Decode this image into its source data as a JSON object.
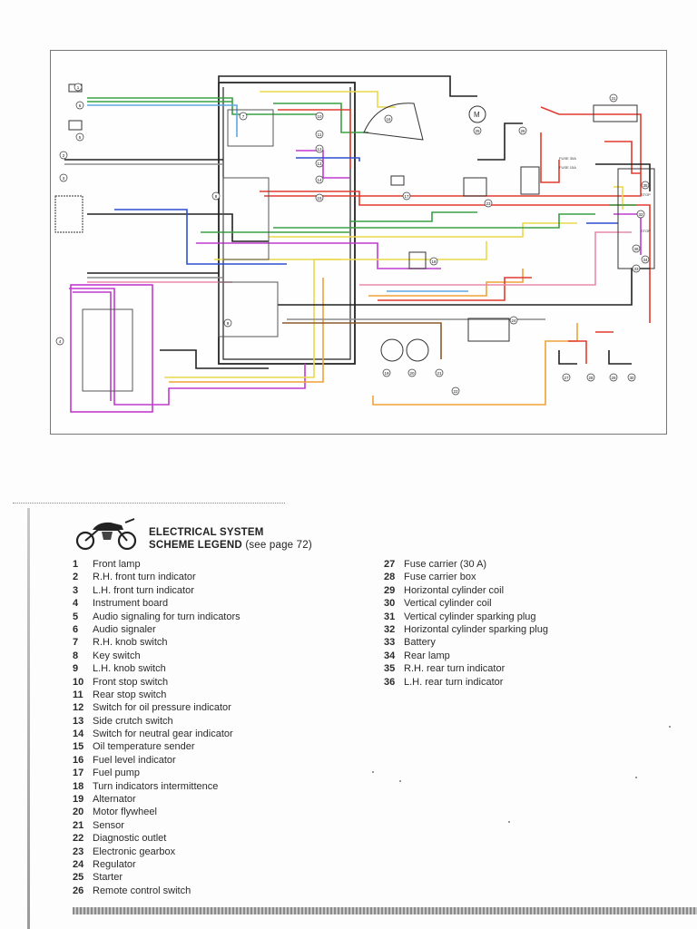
{
  "legend": {
    "title": "ELECTRICAL SYSTEM",
    "subtitle_main": "SCHEME LEGEND",
    "subtitle_ref": "(see page 72)",
    "items": [
      {
        "num": "1",
        "label": "Front lamp"
      },
      {
        "num": "2",
        "label": "R.H. front turn indicator"
      },
      {
        "num": "3",
        "label": "L.H. front turn indicator"
      },
      {
        "num": "4",
        "label": "Instrument board"
      },
      {
        "num": "5",
        "label": "Audio signaling for turn indicators"
      },
      {
        "num": "6",
        "label": "Audio signaler"
      },
      {
        "num": "7",
        "label": "R.H. knob switch"
      },
      {
        "num": "8",
        "label": "Key switch"
      },
      {
        "num": "9",
        "label": "L.H. knob switch"
      },
      {
        "num": "10",
        "label": "Front stop switch"
      },
      {
        "num": "11",
        "label": "Rear stop switch"
      },
      {
        "num": "12",
        "label": "Switch for oil pressure indicator"
      },
      {
        "num": "13",
        "label": "Side crutch switch"
      },
      {
        "num": "14",
        "label": "Switch for neutral gear indicator"
      },
      {
        "num": "15",
        "label": "Oil temperature sender"
      },
      {
        "num": "16",
        "label": "Fuel level indicator"
      },
      {
        "num": "17",
        "label": "Fuel pump"
      },
      {
        "num": "18",
        "label": "Turn indicators intermittence"
      },
      {
        "num": "19",
        "label": "Alternator"
      },
      {
        "num": "20",
        "label": "Motor flywheel"
      },
      {
        "num": "21",
        "label": "Sensor"
      },
      {
        "num": "22",
        "label": "Diagnostic outlet"
      },
      {
        "num": "23",
        "label": "Electronic gearbox"
      },
      {
        "num": "24",
        "label": "Regulator"
      },
      {
        "num": "25",
        "label": "Starter"
      },
      {
        "num": "26",
        "label": "Remote control switch"
      },
      {
        "num": "27",
        "label": "Fuse carrier (30 A)"
      },
      {
        "num": "28",
        "label": "Fuse carrier box"
      },
      {
        "num": "29",
        "label": "Horizontal cylinder coil"
      },
      {
        "num": "30",
        "label": "Vertical cylinder coil"
      },
      {
        "num": "31",
        "label": "Vertical cylinder sparking plug"
      },
      {
        "num": "32",
        "label": "Horizontal cylinder sparking plug"
      },
      {
        "num": "33",
        "label": "Battery"
      },
      {
        "num": "34",
        "label": "Rear lamp"
      },
      {
        "num": "35",
        "label": "R.H. rear turn indicator"
      },
      {
        "num": "36",
        "label": "L.H. rear turn indicator"
      }
    ]
  },
  "diagram": {
    "callouts": [
      "1",
      "2",
      "3",
      "4",
      "5",
      "6",
      "7",
      "8",
      "9",
      "10",
      "11",
      "12",
      "13",
      "14",
      "15",
      "16",
      "17",
      "18",
      "19",
      "20",
      "21",
      "22",
      "23",
      "24",
      "25",
      "26",
      "27",
      "28",
      "29",
      "30",
      "31",
      "32",
      "33",
      "34",
      "35",
      "36"
    ],
    "component_labels": {
      "motor": "M",
      "fuse_a": "FUSE 30A",
      "fuse_b": "FUSE 15A",
      "rear_lamp_top": "STOP",
      "rear_lamp_bottom": "STOP"
    },
    "wire_colors": {
      "red": "#e23b2e",
      "yellow": "#e9d84a",
      "green": "#3aa043",
      "blue": "#2f4fd0",
      "purple": "#c13ad0",
      "orange": "#f0a237",
      "black": "#222222",
      "grey": "#8c8c8c",
      "white": "#d9d9d9",
      "brown": "#8a5a2b",
      "pink": "#e98aa8",
      "light_blue": "#5fa7e0"
    }
  }
}
